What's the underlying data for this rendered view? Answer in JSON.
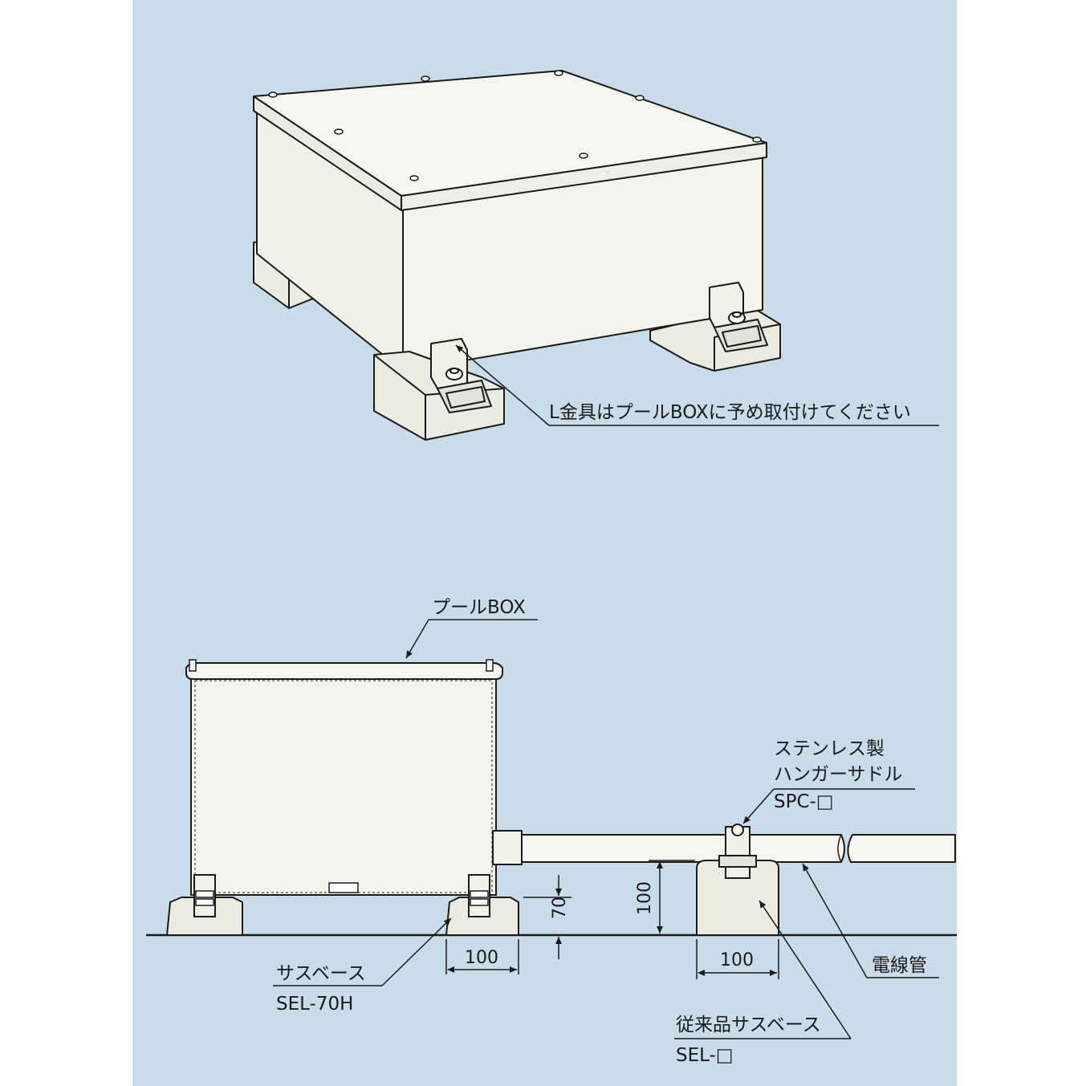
{
  "colors": {
    "panel": "#c9dcea",
    "ink": "#1a1a1a",
    "box_face": "#f2f1e6",
    "base": "#ecebe0"
  },
  "top_view": {
    "callout": "L金具はプールBOXに予め取付けてください"
  },
  "side_view": {
    "pool_box_label": "プールBOX",
    "hanger_label_1": "ステンレス製",
    "hanger_label_2": "ハンガーサドル",
    "hanger_model": "SPC-□",
    "base_label": "サスベース",
    "base_model": "SEL-70H",
    "conduit_label": "電線管",
    "legacy_label": "従来品サスベース",
    "legacy_model": "SEL-□",
    "dim_height_base": "70",
    "dim_width_base": "100",
    "dim_height_legacy": "100",
    "dim_width_legacy": "100"
  }
}
